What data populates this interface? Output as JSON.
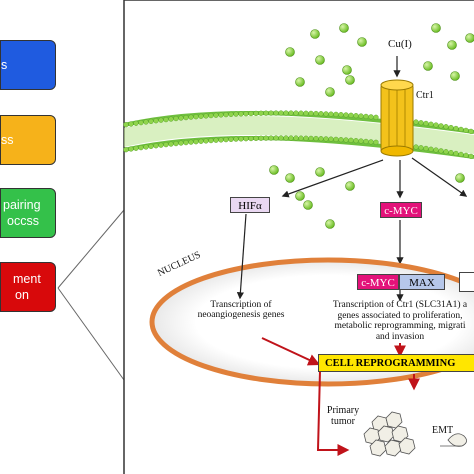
{
  "side_panel": {
    "boxes": [
      {
        "lines": [
          "s"
        ],
        "color": "#1f5be0"
      },
      {
        "lines": [
          "ss"
        ],
        "color": "#f6b21a"
      },
      {
        "lines": [
          "pairing",
          "occss"
        ],
        "color": "#34c14a"
      },
      {
        "lines": [
          "ment",
          "on"
        ],
        "color": "#d8090b"
      }
    ]
  },
  "diagram": {
    "copper_label": "Cu(I)",
    "transporter_label": "Ctr1",
    "hif_label": "HIFα",
    "cmyc_label": "c-MYC",
    "nucleus_label": "NUCLEUS",
    "complex": {
      "left": "c-MYC",
      "right": "MAX"
    },
    "neo_text": [
      "Transcription of",
      "neoangiogenesis genes"
    ],
    "ctr1_text": [
      "Transcription of Ctr1 (SLC31A1) a",
      "genes associated to proliferation,",
      "metabolic reprogramming, migrati",
      "and invasion"
    ],
    "cell_reprogramming": "CELL REPROGRAMMING",
    "primary_tumor": [
      "Primary",
      "tumor"
    ],
    "emt_label": "EMT",
    "colors": {
      "membrane": "#7ac943",
      "copper": "#8ad132",
      "transporter": "#f3c21b",
      "hif_box": "#ead8f2",
      "cmyc_box": "#e3127a",
      "complex_left": "#e3127a",
      "complex_right": "#b6c7ea",
      "nucleus_ring": "#e0803a",
      "cell_reprogramming_box": "#ffe600",
      "arrow_red": "#c0131a"
    }
  }
}
